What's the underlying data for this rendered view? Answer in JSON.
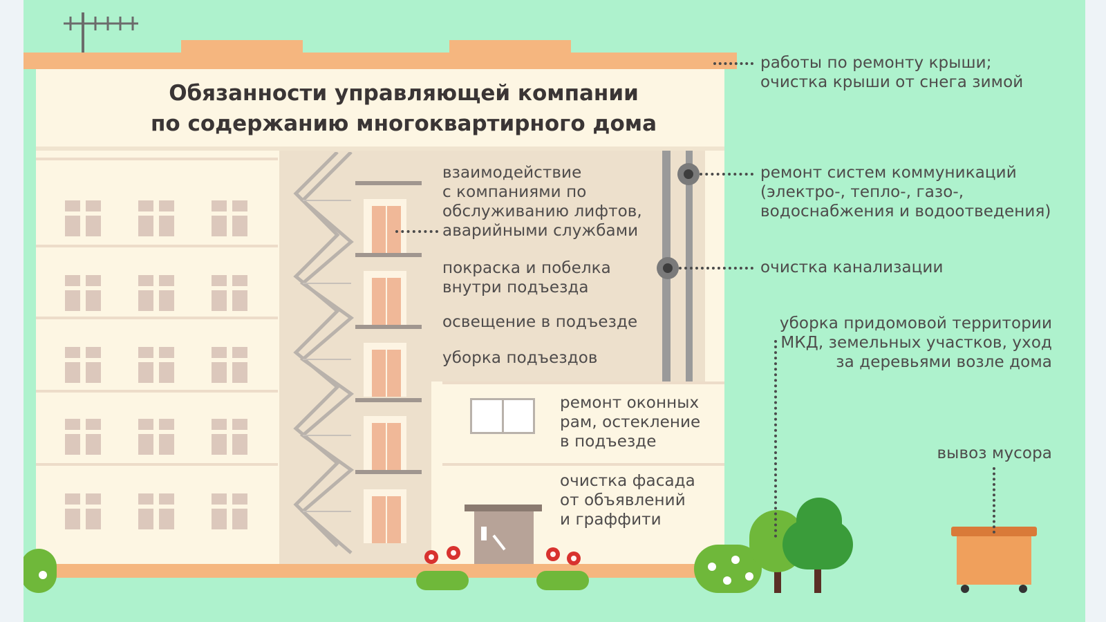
{
  "title": "Обязанности управляющей компании\nпо содержанию многоквартирного дома",
  "labels": {
    "roof": "работы по ремонту крыши;\nочистка крыши от снега зимой",
    "elevators": "взаимодействие\nс компаниями по\nобслуживанию лифтов,\nаварийными службами",
    "communications": "ремонт систем коммуникаций\n(электро-, тепло-, газо-,\nводоснабжения и водоотведения)",
    "painting": "покраска и побелка\nвнутри подъезда",
    "sewer": "очистка канализации",
    "lighting": "освещение в подъезде",
    "cleaning": "уборка подъездов",
    "territory": "уборка придомовой территории\nМКД, земельных участков, уход\nза деревьями возле дома",
    "windows": "ремонт оконных\nрам, остекление\nв подъезде",
    "garbage": "вывоз мусора",
    "facade": "очистка фасада\nот объявлений\nи граффити"
  },
  "colors": {
    "background": "#aef2cd",
    "roof": "#f5b67f",
    "wall": "#fdf6e3",
    "stairwell": "#ede0cc",
    "window": "#dcc8bc",
    "door": "#f0b898",
    "tree": "#6fb83a",
    "bin": "#f0a05c",
    "text": "#4e4b4b"
  },
  "icons": [
    "antenna-icon",
    "pipe-node-icon",
    "tree-icon",
    "bush-icon",
    "flower-icon",
    "garbage-bin-icon",
    "entrance-door-icon"
  ]
}
